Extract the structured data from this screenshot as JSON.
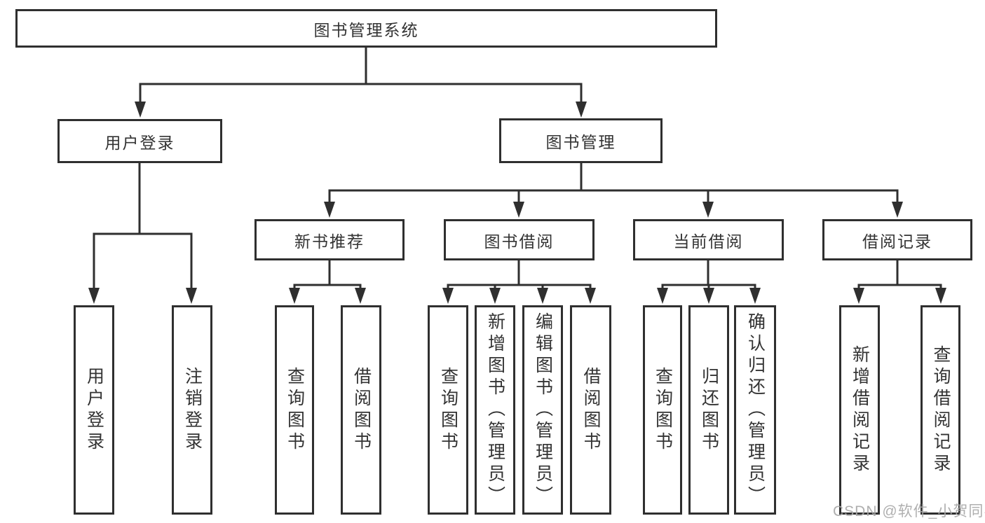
{
  "diagram": {
    "title": "图书管理系统",
    "branches": [
      {
        "label": "用户登录",
        "children": [
          {
            "label": "用户登录"
          },
          {
            "label": "注销登录"
          }
        ]
      },
      {
        "label": "图书管理",
        "groups": [
          {
            "label": "新书推荐",
            "children": [
              {
                "label": "查询图书"
              },
              {
                "label": "借阅图书"
              }
            ]
          },
          {
            "label": "图书借阅",
            "children": [
              {
                "label": "查询图书"
              },
              {
                "label": "新增图书（管理员）"
              },
              {
                "label": "编辑图书（管理员）"
              },
              {
                "label": "借阅图书"
              }
            ]
          },
          {
            "label": "当前借阅",
            "children": [
              {
                "label": "查询图书"
              },
              {
                "label": "归还图书"
              },
              {
                "label": "确认归还（管理员）"
              }
            ]
          },
          {
            "label": "借阅记录",
            "children": [
              {
                "label": "新增借阅记录"
              },
              {
                "label": "查询借阅记录"
              }
            ]
          }
        ]
      }
    ]
  },
  "watermark": {
    "text": "CSDN @软件_小贺同学"
  },
  "colors": {
    "line": "#2f2f2f",
    "box_bg": "#ffffff",
    "text": "#333333",
    "watermark": "#a8a8a8"
  }
}
